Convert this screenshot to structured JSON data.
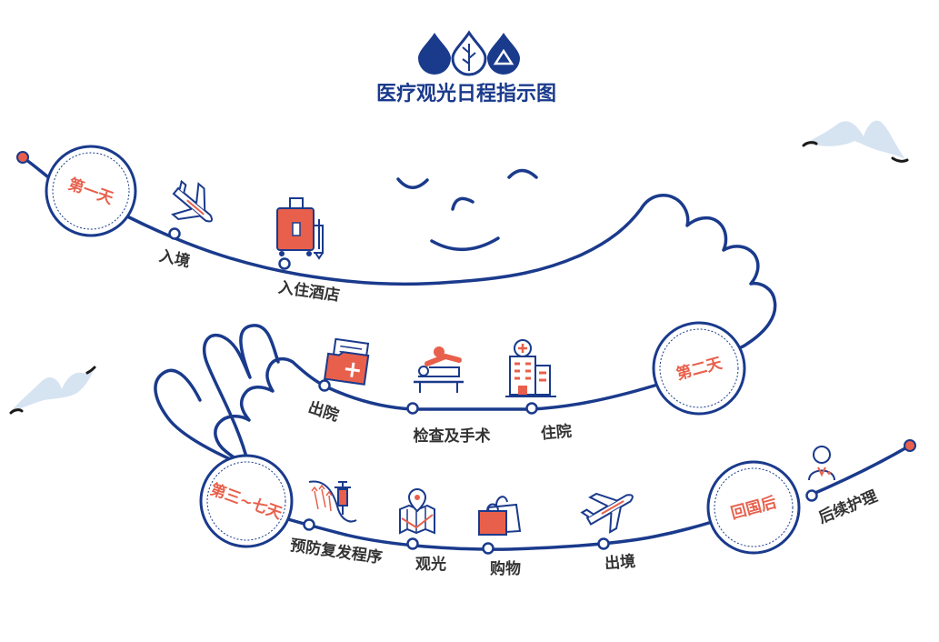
{
  "title": "医疗观光日程指示图",
  "colors": {
    "navy": "#1a3a8c",
    "accent": "#e8604c",
    "text": "#333333"
  },
  "days": {
    "day1": "第一天",
    "day2": "第二天",
    "day3": "第三~七天",
    "after": "回国后"
  },
  "steps": {
    "entry": "入境",
    "hotel": "入住酒店",
    "discharge": "出院",
    "exam": "检查及手术",
    "hospitalize": "住院",
    "prevention": "预防复发程序",
    "sightseeing": "观光",
    "shopping": "购物",
    "exit": "出境",
    "aftercare": "后续护理"
  },
  "icons": [
    "drop-icon",
    "leaf-drop-icon",
    "triangle-drop-icon",
    "airplane-arrival-icon",
    "luggage-icon",
    "medical-folder-icon",
    "surgery-bed-icon",
    "hospital-icon",
    "injection-icon",
    "map-pin-icon",
    "shopping-bag-icon",
    "airplane-departure-icon",
    "nurse-icon",
    "bird-icon"
  ]
}
